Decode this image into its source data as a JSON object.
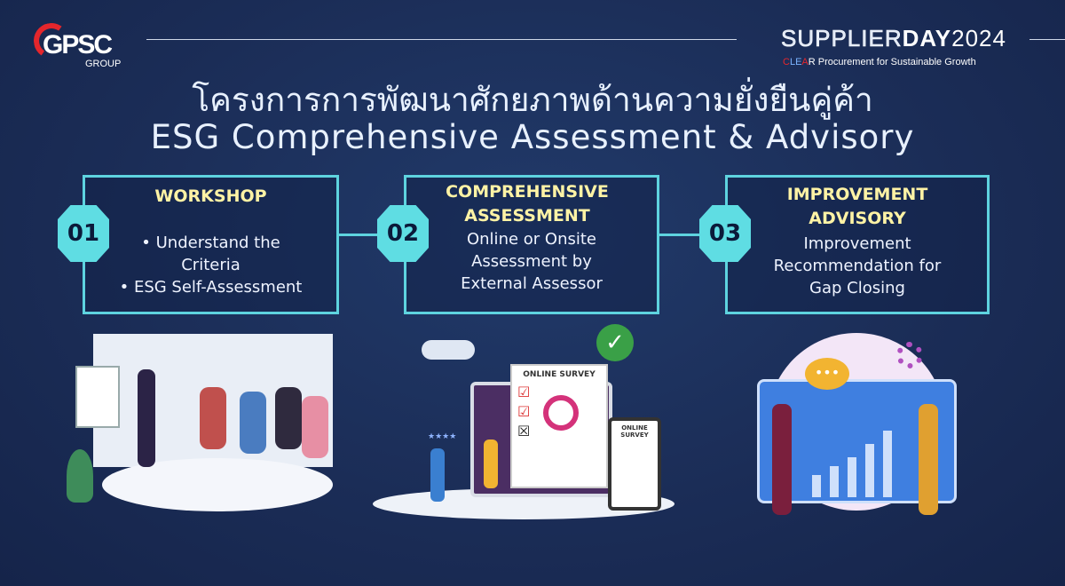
{
  "header": {
    "logo_text": "GPSC",
    "logo_sub": "GROUP",
    "event_a": "SUPPLIER",
    "event_b": "DAY",
    "event_year": "2024",
    "tagline_c": "C",
    "tagline_le": "LE",
    "tagline_a": "A",
    "tagline_rest": "R Procurement for Sustainable Growth"
  },
  "title": {
    "thai": "โครงการการพัฒนาศักยภาพด้านความยั่งยืนคู่ค้า",
    "english": "ESG Comprehensive Assessment & Advisory"
  },
  "steps": [
    {
      "number": "01",
      "heading": "WORKSHOP",
      "lines": [
        "• Understand the",
        "Criteria",
        "• ESG Self-Assessment"
      ]
    },
    {
      "number": "02",
      "heading": "COMPREHENSIVE ASSESSMENT",
      "lines": [
        "Online or Onsite",
        "Assessment by",
        "External Assessor"
      ]
    },
    {
      "number": "03",
      "heading": "IMPROVEMENT ADVISORY",
      "lines": [
        "Improvement",
        "Recommendation for",
        "Gap Closing"
      ]
    }
  ],
  "illustrations": {
    "survey_label": "ONLINE SURVEY",
    "phone_label": "ONLINE SURVEY",
    "rating": "★★★★"
  },
  "colors": {
    "accent": "#5ed3df",
    "heading": "#fff3a5",
    "background": "#1b2d57"
  }
}
